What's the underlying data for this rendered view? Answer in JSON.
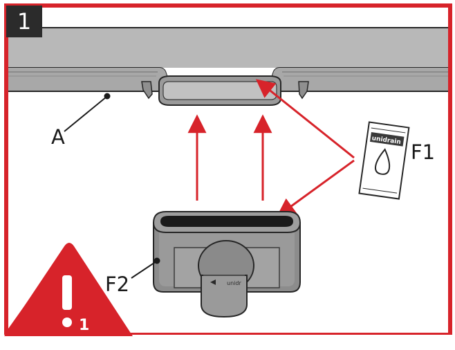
{
  "step": {
    "number": "1"
  },
  "labels": {
    "channel": "A",
    "sachet": "F1",
    "outlet": "F2"
  },
  "sachet_brand": "unidrain",
  "outlet_mark": "unidr",
  "warning": {
    "number": "1"
  },
  "colors": {
    "frame": "#d7232a",
    "arrow": "#d7232a",
    "part_fill": "#a6a6a6",
    "part_shadow": "#7d7d7d",
    "outline": "#262626",
    "badge": "#2b2b2b"
  }
}
